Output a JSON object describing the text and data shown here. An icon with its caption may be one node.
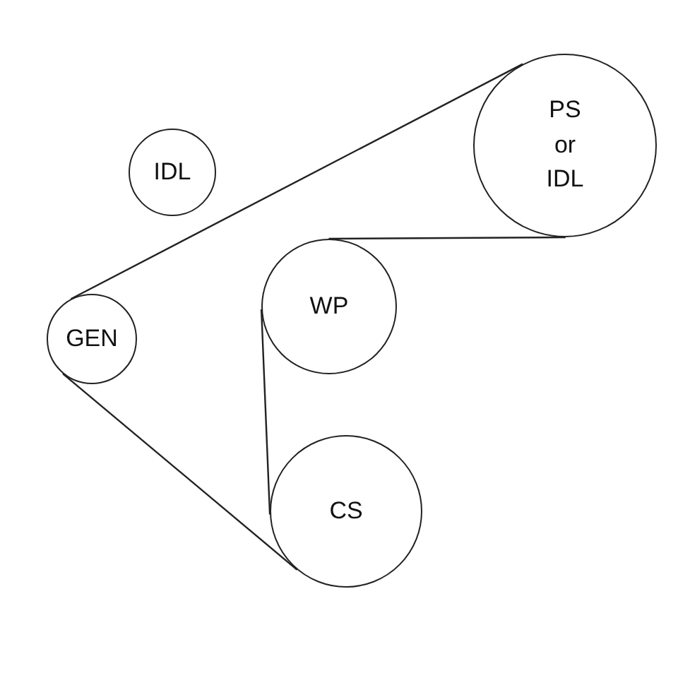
{
  "diagram": {
    "nodes": [
      {
        "text": [
          "IDL"
        ]
      },
      {
        "text": [
          "PS or IDL"
        ]
      },
      {
        "text": [
          "WP"
        ]
      },
      {
        "text": [
          "GEN"
        ]
      },
      {
        "text": [
          "CS"
        ]
      }
    ],
    "edges": [
      {
        "from": 3,
        "to": 1,
        "arrow": "none"
      },
      {
        "from": 1,
        "to": 2,
        "arrow": "none"
      },
      {
        "from": 2,
        "to": 4,
        "arrow": "none"
      },
      {
        "from": 4,
        "to": 3,
        "arrow": "none"
      }
    ]
  }
}
